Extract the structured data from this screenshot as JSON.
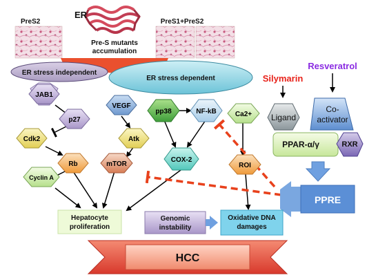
{
  "header": {
    "er_label": "ER",
    "pres_mutants_line1": "Pre-S mutants",
    "pres_mutants_line2": "accumulation",
    "pres2_label": "PreS2",
    "pres1_pres2_label": "PreS1+PreS2"
  },
  "ellipses": {
    "independent": "ER stress independent",
    "dependent": "ER stress dependent"
  },
  "nodes": {
    "jab1": "JAB1",
    "p27": "p27",
    "cdk2": "Cdk2",
    "rb": "Rb",
    "cyclin_a": "Cyclin A",
    "vegf": "VEGF",
    "atk": "Atk",
    "mtor": "mTOR",
    "pp38": "pp38",
    "nfkb": "NF-kB",
    "cox2": "COX-2",
    "ca2": "Ca2+",
    "roi": "ROI"
  },
  "right_panel": {
    "silymarin": "Silymarin",
    "resveratrol": "Resveratrol",
    "ligand": "Ligand",
    "coactivator_line1": "Co-",
    "coactivator_line2": "activator",
    "ppar": "PPAR-α/γ",
    "rxr": "RXR",
    "ppre": "PPRE"
  },
  "outcomes": {
    "hepatocyte_line1": "Hepatocyte",
    "hepatocyte_line2": "proliferation",
    "genomic_line1": "Genomic",
    "genomic_line2": "instability",
    "oxidative_line1": "Oxidative DNA",
    "oxidative_line2": "damages",
    "hcc": "HCC"
  },
  "colors": {
    "silymarin": "#e8221a",
    "resveratrol": "#8a2be2",
    "inhibition_arrow": "#e8411c",
    "ppre_box": "#5b8fd6",
    "hcc_banner": "#e6453a"
  }
}
